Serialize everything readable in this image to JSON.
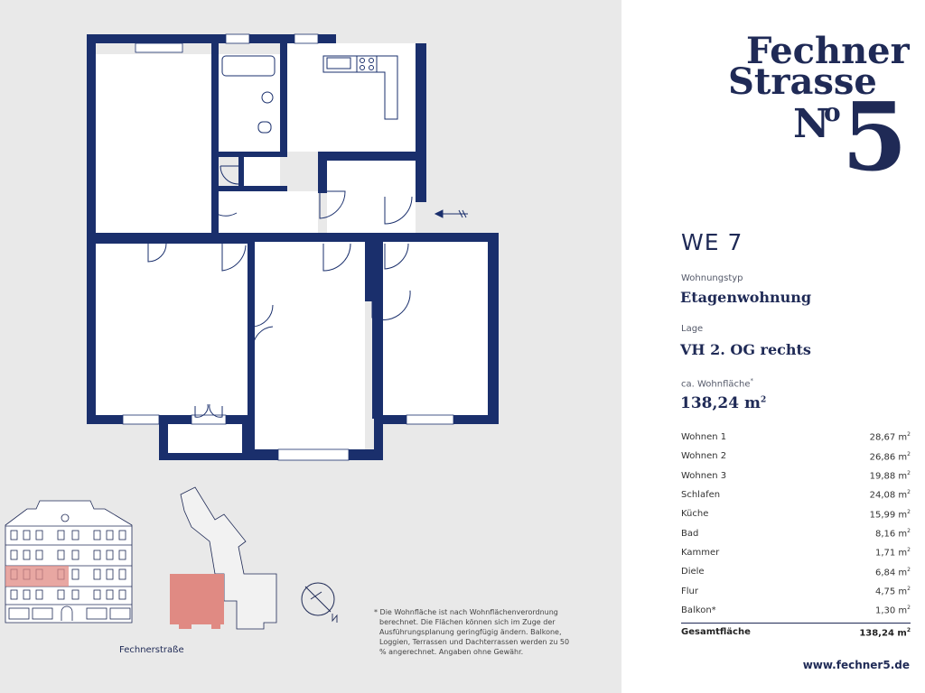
{
  "brand": {
    "line1": "Fechner",
    "line2": "Strasse",
    "numero": "N",
    "o": "o",
    "number": "5"
  },
  "unit": {
    "title": "WE 7",
    "type_label": "Wohnungstyp",
    "type_value": "Etagenwohnung",
    "location_label": "Lage",
    "location_value": "VH 2. OG rechts",
    "area_label": "ca. Wohnfläche",
    "area_label_mark": "*",
    "area_value": "138,24 m",
    "area_unit_sup": "2"
  },
  "rooms": [
    {
      "name": "Wohnen 1",
      "area": "28,67 m"
    },
    {
      "name": "Wohnen 2",
      "area": "26,86 m"
    },
    {
      "name": "Wohnen 3",
      "area": "19,88 m"
    },
    {
      "name": "Schlafen",
      "area": "24,08 m"
    },
    {
      "name": "Küche",
      "area": "15,99 m"
    },
    {
      "name": "Bad",
      "area": "8,16 m"
    },
    {
      "name": "Kammer",
      "area": "1,71 m"
    },
    {
      "name": "Diele",
      "area": "6,84 m"
    },
    {
      "name": "Flur",
      "area": "4,75 m"
    },
    {
      "name": "Balkon*",
      "area": "1,30 m"
    }
  ],
  "unit_sup": "2",
  "total": {
    "label": "Gesamtfläche",
    "area": "138,24 m"
  },
  "website": "www.fechner5.de",
  "street": "Fechnerstraße",
  "footnote": {
    "line1": "* Die Wohnfläche ist nach Wohnflächenverordnung",
    "rest": "berechnet. Die Flächen können sich im Zuge der Ausführungsplanung geringfügig ändern. Balkone, Loggien, Terrassen und Dachterrassen werden zu 50 % angerechnet. Angaben ohne Gewähr."
  },
  "colors": {
    "wall": "#1a2f6c",
    "accent": "#e08a83",
    "text": "#1f2a56"
  },
  "icons": {
    "compass": "compass-icon",
    "entrance": "entrance-arrow-icon"
  }
}
